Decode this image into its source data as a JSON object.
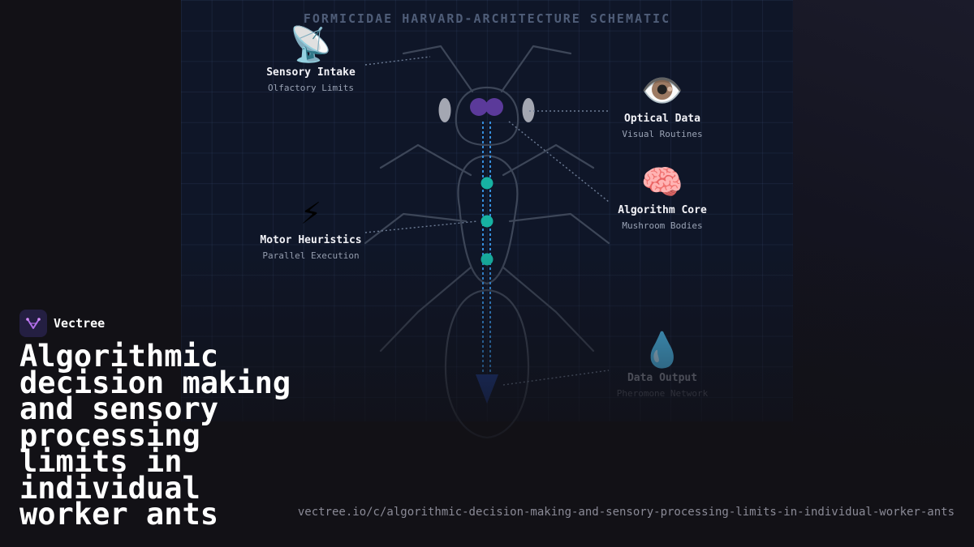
{
  "schematic": {
    "title": "FORMICIDAE HARVARD-ARCHITECTURE SCHEMATIC",
    "nodes": [
      {
        "icon": "📡",
        "icon_name": "satellite-dish-icon",
        "label": "Sensory Intake",
        "sub": "Olfactory Limits"
      },
      {
        "icon": "👁️",
        "icon_name": "eye-icon",
        "label": "Optical Data",
        "sub": "Visual Routines"
      },
      {
        "icon": "🧠",
        "icon_name": "brain-icon",
        "label": "Algorithm Core",
        "sub": "Mushroom Bodies"
      },
      {
        "icon": "⚡",
        "icon_name": "lightning-icon",
        "label": "Motor Heuristics",
        "sub": "Parallel Execution"
      },
      {
        "icon": "💧",
        "icon_name": "droplet-icon",
        "label": "Data Output",
        "sub": "Pheromone Network"
      }
    ],
    "colors": {
      "panel": "#0f1628",
      "data_bus": "#3a9bf0",
      "nodes": "#17b2a2",
      "eyes": "#5b3a9a"
    }
  },
  "brand": {
    "name": "Vectree",
    "logo_icon": "vectree-logo-icon"
  },
  "headline": "Algorithmic decision making and sensory processing limits in individual worker ants",
  "url": "vectree.io/c/algorithmic-decision-making-and-sensory-processing-limits-in-individual-worker-ants"
}
